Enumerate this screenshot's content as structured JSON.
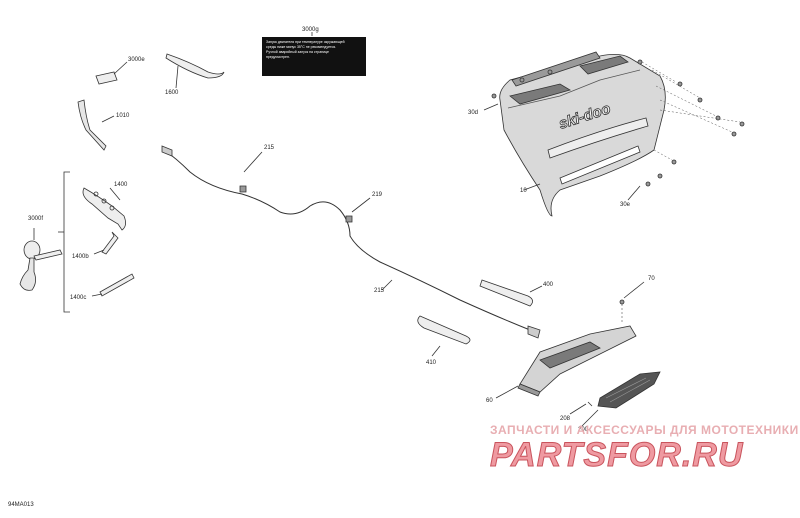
{
  "figure_id": "94MA013",
  "callouts": {
    "c3000e": "3000e",
    "c1010": "1010",
    "c1600": "1600",
    "c3000g": "3000g",
    "c30d": "30d",
    "c215_top": "215",
    "c219": "219",
    "c1400": "1400",
    "c3000f": "3000f",
    "c1400b": "1400b",
    "c1400c": "1400c",
    "c10": "10",
    "c30e": "30e",
    "c215_mid": "215",
    "c400": "400",
    "c410": "410",
    "c70": "70",
    "c60": "60",
    "c208": "208",
    "c200": "200"
  },
  "warning_label_lines": [
    "Запуск двигателя при температуре окружающей",
    "среды ниже минус 35°С не рекомендуется.",
    "",
    "Ручной аварийный запуск на странице",
    "предусмотрен."
  ],
  "brand_logo": "ski-doo",
  "watermark": {
    "subtitle": "ЗАПЧАСТИ И АКСЕССУАРЫ ДЛЯ МОТОТЕХНИКИ",
    "logo": "PARTSFOR.RU"
  },
  "colors": {
    "line": "#333333",
    "panel": "#d9d9d9",
    "panel_dark": "#7a7a7a",
    "watermark": "#ef9aa1"
  }
}
